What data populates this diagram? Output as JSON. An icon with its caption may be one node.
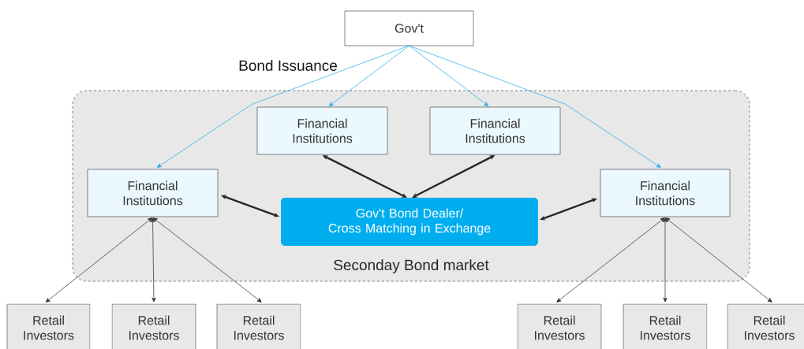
{
  "diagram": {
    "nodes": [
      {
        "text": [
          "Seconday Bond market"
        ]
      },
      {
        "text": [
          "Gov't"
        ]
      },
      {
        "text": [
          "Financial Institutions"
        ],
        "in": 0
      },
      {
        "text": [
          "Financial Institutions"
        ],
        "in": 0
      },
      {
        "text": [
          "Financial Institutions"
        ],
        "in": 0
      },
      {
        "text": [
          "Gov't Bond Dealer/",
          "Cross Matching in Exchange"
        ],
        "in": 0
      },
      {
        "text": [
          "Financial Institutions"
        ],
        "in": 0
      },
      {
        "text": [
          "Retail Investors"
        ]
      },
      {
        "text": [
          "Retail Investors"
        ]
      },
      {
        "text": [
          "Retail Investors"
        ]
      },
      {
        "text": [
          "Retail Investors"
        ]
      },
      {
        "text": [
          "Retail Investors"
        ]
      },
      {
        "text": [
          "Retail Investors"
        ]
      }
    ],
    "edges": [
      {
        "from": 1,
        "to": 4,
        "arrow": "to",
        "color": "#1ba9e6"
      },
      {
        "from": 1,
        "to": 2,
        "arrow": "to",
        "color": "#1ba9e6"
      },
      {
        "from": 1,
        "to": 3,
        "arrow": "to",
        "color": "#1ba9e6"
      },
      {
        "from": 1,
        "to": 6,
        "arrow": "to",
        "color": "#1ba9e6"
      },
      {
        "from": 2,
        "to": 5,
        "arrow": "both",
        "style": "thick"
      },
      {
        "from": 3,
        "to": 5,
        "arrow": "both",
        "style": "thick"
      },
      {
        "from": 4,
        "to": 5,
        "arrow": "both",
        "style": "thick"
      },
      {
        "from": 6,
        "to": 5,
        "arrow": "both",
        "style": "thick"
      },
      {
        "from": 4,
        "to": 7,
        "arrow": "both"
      },
      {
        "from": 4,
        "to": 8,
        "arrow": "both"
      },
      {
        "from": 4,
        "to": 9,
        "arrow": "both"
      },
      {
        "from": 6,
        "to": 10,
        "arrow": "both"
      },
      {
        "from": 6,
        "to": 11,
        "arrow": "both"
      },
      {
        "from": 6,
        "to": 12,
        "arrow": "both"
      }
    ],
    "labels": [
      "Bond Issuance"
    ]
  }
}
